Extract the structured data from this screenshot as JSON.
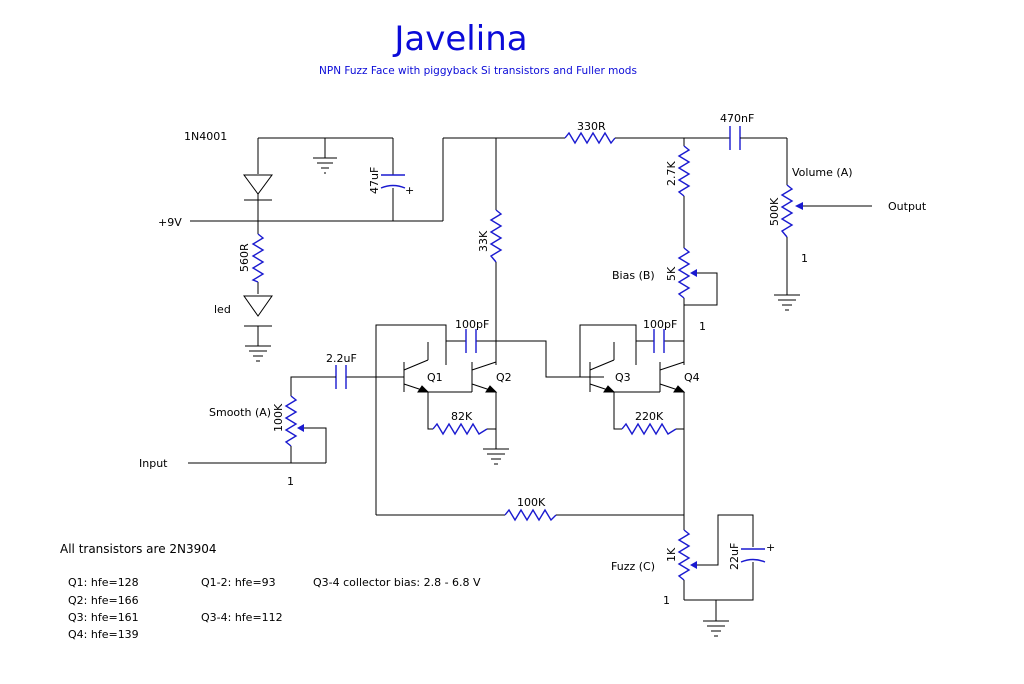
{
  "title": "Javelina",
  "subtitle": "NPN Fuzz Face with piggyback Si transistors and Fuller mods",
  "labels": {
    "diode": "1N4001",
    "supply": "+9V",
    "input": "Input",
    "output": "Output",
    "led": "led",
    "r_560": "560R",
    "c_47u": "47uF",
    "c_47u_plus": "+",
    "r_330": "330R",
    "c_470n": "470nF",
    "r_2k7": "2.7K",
    "r_33k": "33K",
    "volume": "Volume (A)",
    "r_500k": "500K",
    "volume_pin": "1",
    "bias": "Bias (B)",
    "r_5k": "5K",
    "bias_pin": "1",
    "c_100p_a": "100pF",
    "c_100p_b": "100pF",
    "c_2u2": "2.2uF",
    "q1": "Q1",
    "q2": "Q2",
    "q3": "Q3",
    "q4": "Q4",
    "smooth": "Smooth (A)",
    "r_100k_smooth": "100K",
    "smooth_pin": "1",
    "r_82k": "82K",
    "r_220k": "220K",
    "r_100k_fb": "100K",
    "fuzz": "Fuzz (C)",
    "r_1k": "1K",
    "fuzz_pin": "1",
    "c_22u": "22uF",
    "c_22u_plus": "+"
  },
  "notes": {
    "heading": "All transistors are 2N3904",
    "q1_hfe": "Q1: hfe=128",
    "q2_hfe": "Q2: hfe=166",
    "q3_hfe": "Q3: hfe=161",
    "q4_hfe": "Q4: hfe=139",
    "q12_hfe": "Q1-2: hfe=93",
    "q34_hfe": "Q3-4: hfe=112",
    "bias_range": "Q3-4 collector bias: 2.8 - 6.8 V"
  }
}
